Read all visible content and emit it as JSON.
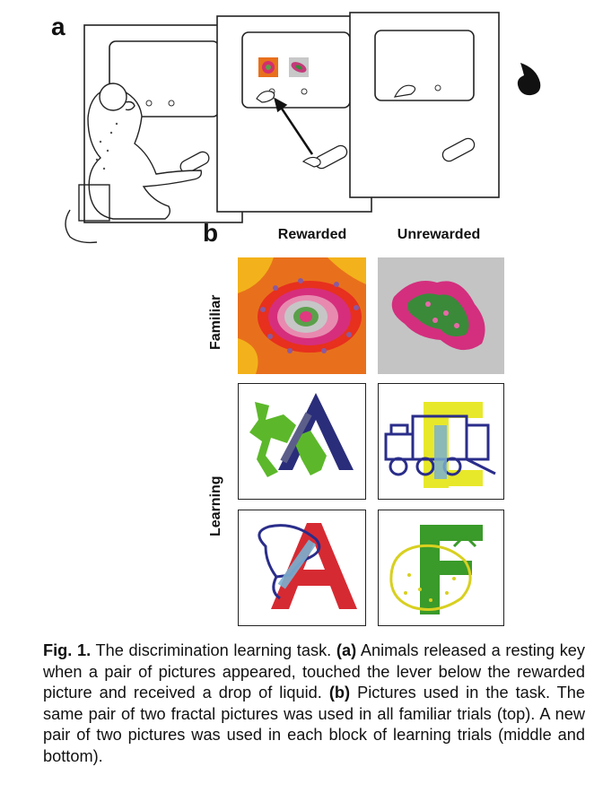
{
  "panel_a": {
    "letter": "a"
  },
  "panel_b": {
    "letter": "b",
    "columns": [
      "Rewarded",
      "Unrewarded"
    ],
    "rows": [
      "Familiar",
      "Learning"
    ]
  },
  "caption": {
    "fig_label": "Fig. 1.",
    "title": "The discrimination learning task.",
    "part_a_label": "(a)",
    "part_a_text": "Animals released a resting key when a pair of pictures appeared, touched the lever below the rewarded picture and received a drop of liquid.",
    "part_b_label": "(b)",
    "part_b_text": "Pictures used in the task. The same pair of two fractal pictures was used in all familiar trials (top). A new pair of two pictures was used in each block of learning trials (middle and bottom)."
  }
}
